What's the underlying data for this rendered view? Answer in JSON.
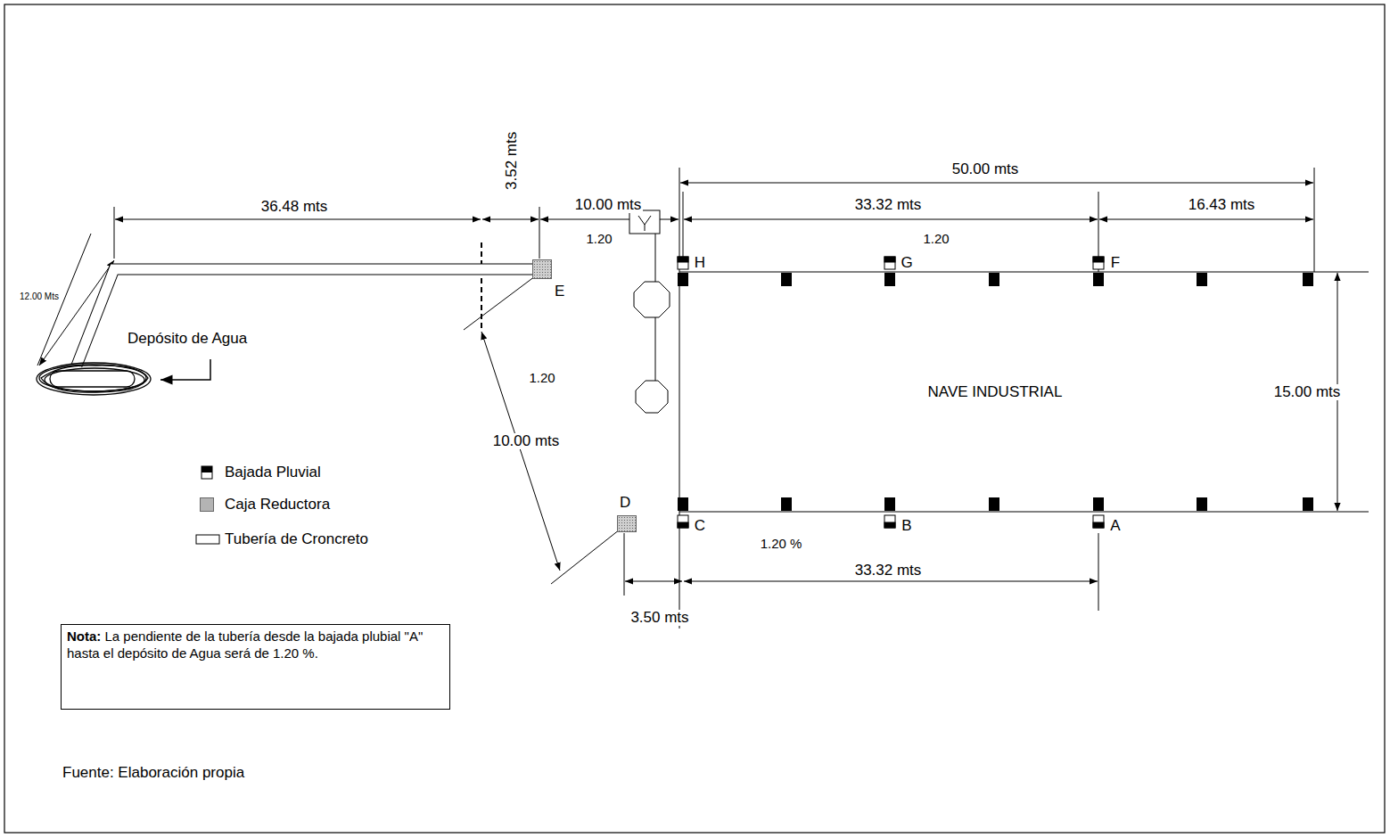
{
  "diagram": {
    "nodes": [
      {
        "text": [
          "NAVE INDUSTRIAL"
        ]
      },
      {
        "text": [
          "E"
        ]
      },
      {
        "text": [
          "D"
        ]
      },
      {
        "text": [
          "Depósito de Agua"
        ]
      },
      {
        "text": [
          "Nota:",
          "La pendiente de la tubería desde la bajada plubial \"A\" hasta el depósito de Agua será de 1.20 %."
        ]
      }
    ],
    "edges": [
      {
        "from": 1,
        "to": 3,
        "arrow": "none"
      }
    ],
    "labels": [
      "3.52 mts",
      "36.48 mts",
      "10.00 mts",
      "50.00 mts",
      "33.32 mts",
      "16.43 mts",
      "1.20",
      "1.20",
      "H",
      "G",
      "F",
      "12.00 Mts",
      "1.20",
      "15.00 mts",
      "10.00 mts",
      "C",
      "1.20 %",
      "B",
      "A",
      "33.32 mts",
      "3.50 mts",
      "Fuente: Elaboración propia"
    ],
    "legend": [
      {
        "text": "Bajada Pluvial"
      },
      {
        "text": "Caja Reductora",
        "color": "#b4b4b4"
      },
      {
        "text": "Tubería de Croncreto"
      }
    ]
  }
}
